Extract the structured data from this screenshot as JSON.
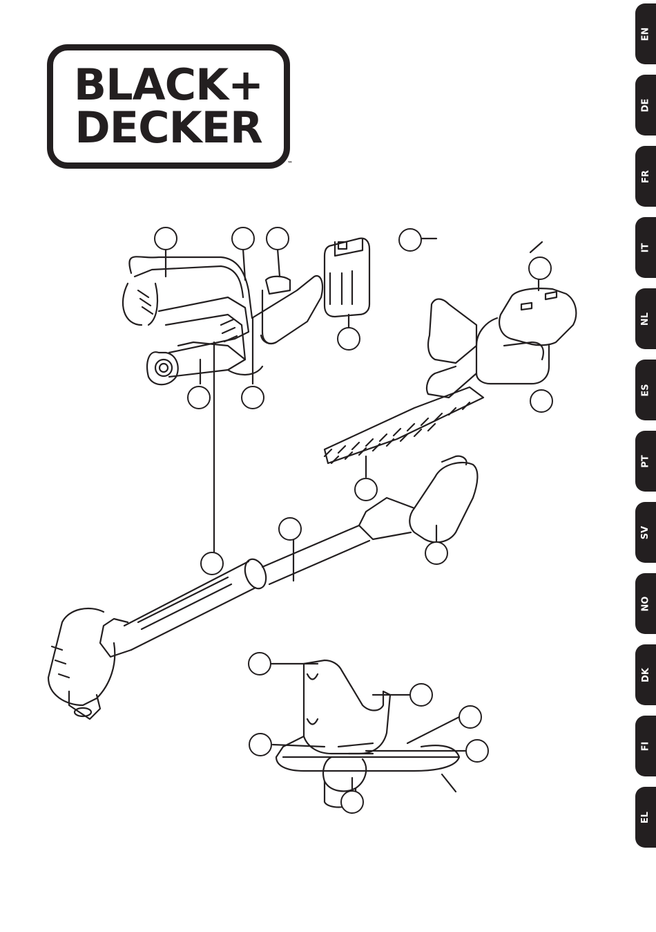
{
  "logo": {
    "line1": "BLACK+",
    "line2": "DECKER",
    "trademark": "™"
  },
  "languages": [
    "EN",
    "DE",
    "FR",
    "IT",
    "NL",
    "ES",
    "PT",
    "SV",
    "NO",
    "DK",
    "FI",
    "EL"
  ],
  "colors": {
    "ink": "#231f20",
    "paper": "#ffffff",
    "tab_text": "#ffffff"
  },
  "illustrations": [
    {
      "name": "power-head-unit-icon",
      "label": ""
    },
    {
      "name": "battery-pack-icon",
      "label": ""
    },
    {
      "name": "hedge-trimmer-attachment-icon",
      "label": ""
    },
    {
      "name": "extension-pole-icon",
      "label": ""
    },
    {
      "name": "string-trimmer-head-icon",
      "label": ""
    }
  ]
}
